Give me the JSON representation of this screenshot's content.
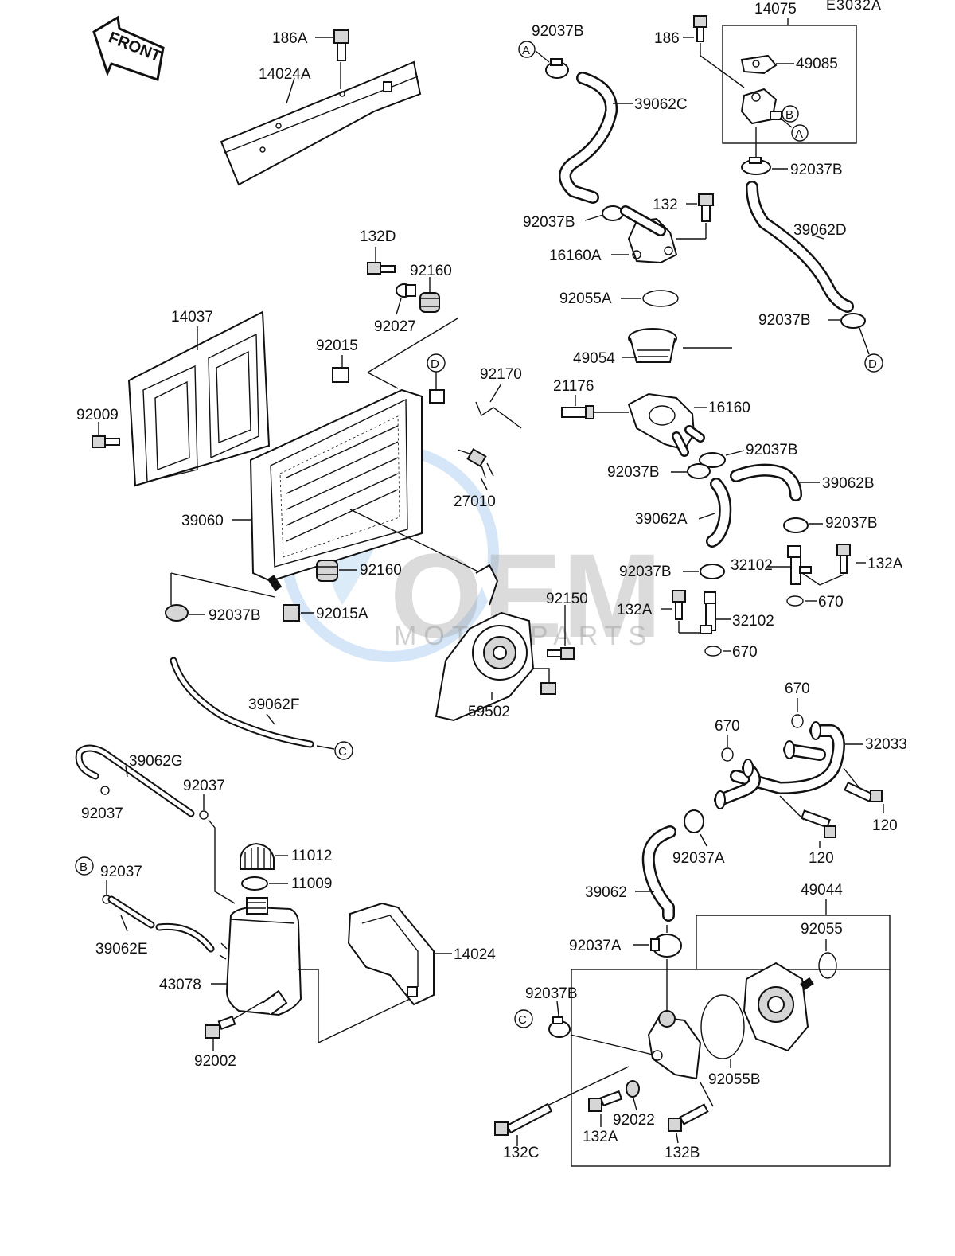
{
  "diagram": {
    "code": "E3032A",
    "front_sign": "FRONT",
    "watermark": {
      "main": "OEM",
      "sub": "MOTORPARTS"
    },
    "colors": {
      "ink": "#111111",
      "watermark_blue": "#3b8fd9",
      "watermark_grey": "#9a9a9a"
    }
  },
  "labels": {
    "p186A": "186A",
    "p14024A": "14024A",
    "p92037B_1": "92037B",
    "p39062C": "39062C",
    "p186": "186",
    "p14075": "14075",
    "p49085": "49085",
    "p92037B_2": "92037B",
    "p132": "132",
    "p92037B_3": "92037B",
    "p39062D": "39062D",
    "p16160A": "16160A",
    "p132D": "132D",
    "p92160_1": "92160",
    "p92027": "92027",
    "p92055A": "92055A",
    "p92037B_4": "92037B",
    "p14037": "14037",
    "p92015": "92015",
    "p49054": "49054",
    "p92170": "92170",
    "p21176": "21176",
    "p16160": "16160",
    "p92009": "92009",
    "p92037B_5": "92037B",
    "p92037B_6": "92037B",
    "p39062B": "39062B",
    "p27010": "27010",
    "p39060": "39060",
    "p39062A": "39062A",
    "p92037B_7": "92037B",
    "p92160_2": "92160",
    "p92037B_8": "92037B",
    "p32102_1": "32102",
    "p132A_1": "132A",
    "p92150": "92150",
    "p670_1": "670",
    "p92037B_9": "92037B",
    "p92015A": "92015A",
    "p132A_2": "132A",
    "p32102_2": "32102",
    "p670_2": "670",
    "p59502": "59502",
    "p39062F": "39062F",
    "p670_3": "670",
    "p670_4": "670",
    "p32033": "32033",
    "p39062G": "39062G",
    "p92037_1": "92037",
    "p92037_2": "92037",
    "p120_1": "120",
    "p120_2": "120",
    "p11012": "11012",
    "p92037A_1": "92037A",
    "p11009": "11009",
    "p92037_3": "92037",
    "p39062": "39062",
    "p49044": "49044",
    "p92055": "92055",
    "p39062E": "39062E",
    "p92037A_2": "92037A",
    "p14024": "14024",
    "p43078": "43078",
    "p92037B_10": "92037B",
    "p92002": "92002",
    "p92055B": "92055B",
    "p92022": "92022",
    "p132A_3": "132A",
    "p132C": "132C",
    "p132B": "132B"
  },
  "refs": {
    "A1": "A",
    "A2": "A",
    "B1": "B",
    "B2": "B",
    "C1": "C",
    "C2": "C",
    "D1": "D",
    "D2": "D"
  }
}
